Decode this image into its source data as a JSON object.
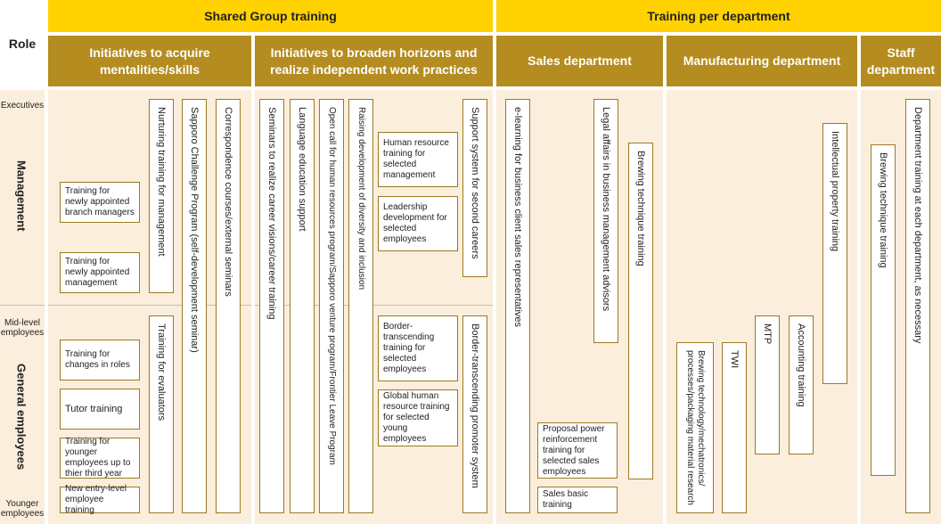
{
  "header": {
    "role": "Role",
    "shared_group": "Shared Group training",
    "per_department": "Training per department"
  },
  "columns": {
    "mentalities": "Initiatives to acquire mentalities/skills",
    "horizons": "Initiatives to broaden horizons and realize independent work practices",
    "sales": "Sales department",
    "manufacturing": "Manufacturing department",
    "staff": "Staff department"
  },
  "levels": {
    "executives": "Executives",
    "management": "Management",
    "midlevel": "Mid-level employees",
    "general": "General employees",
    "younger": "Younger employees"
  },
  "mentalities": {
    "branch_managers": "Training for newly appointed branch managers",
    "new_management": "Training for newly appointed management",
    "changes_roles": "Training for changes in roles",
    "tutor": "Tutor training",
    "younger_third_year": "Training for younger employees up to thier third year",
    "new_entry": "New entry-level employee training",
    "nurturing_management": "Nurturing training for management",
    "evaluators": "Training for evaluators",
    "sapporo_challenge": "Sapporo Challenge Program (self-development seminar)",
    "correspondence": "Correspondence courses/external seminars"
  },
  "horizons": {
    "career_visions": "Seminars to realize career visions/career training",
    "language": "Language education support",
    "open_call": "Open call for human resources program/Sapporo venture program/Frontier Leave Program",
    "diversity": "Raising development of diversity and inclusion",
    "hr_selected_management": "Human resource training for selected management",
    "leadership": "Leadership development for selected employees",
    "border_training": "Border-transcending training for selected employees",
    "global_hr": "Global human resource training for selected young employees",
    "second_careers": "Support system for second careers",
    "border_promoter": "Border-transcending promoter system"
  },
  "sales": {
    "elearning": "e-learning for business client sales representatives",
    "legal_affairs": "Legal affairs in business management advisors",
    "brewing": "Brewing technique training",
    "proposal_power": "Proposal power reinforcement training for selected sales employees",
    "basic": "Sales basic training"
  },
  "manufacturing": {
    "brewing_tech": "Brewing technology/mechatronics/ processes/packaging material research",
    "twi": "TWI",
    "mtp": "MTP",
    "accounting": "Accounting training",
    "ip": "Intellectual property training"
  },
  "staff": {
    "brewing": "Brewing technique training",
    "dept_training": "Department training at each department, as necessary"
  }
}
